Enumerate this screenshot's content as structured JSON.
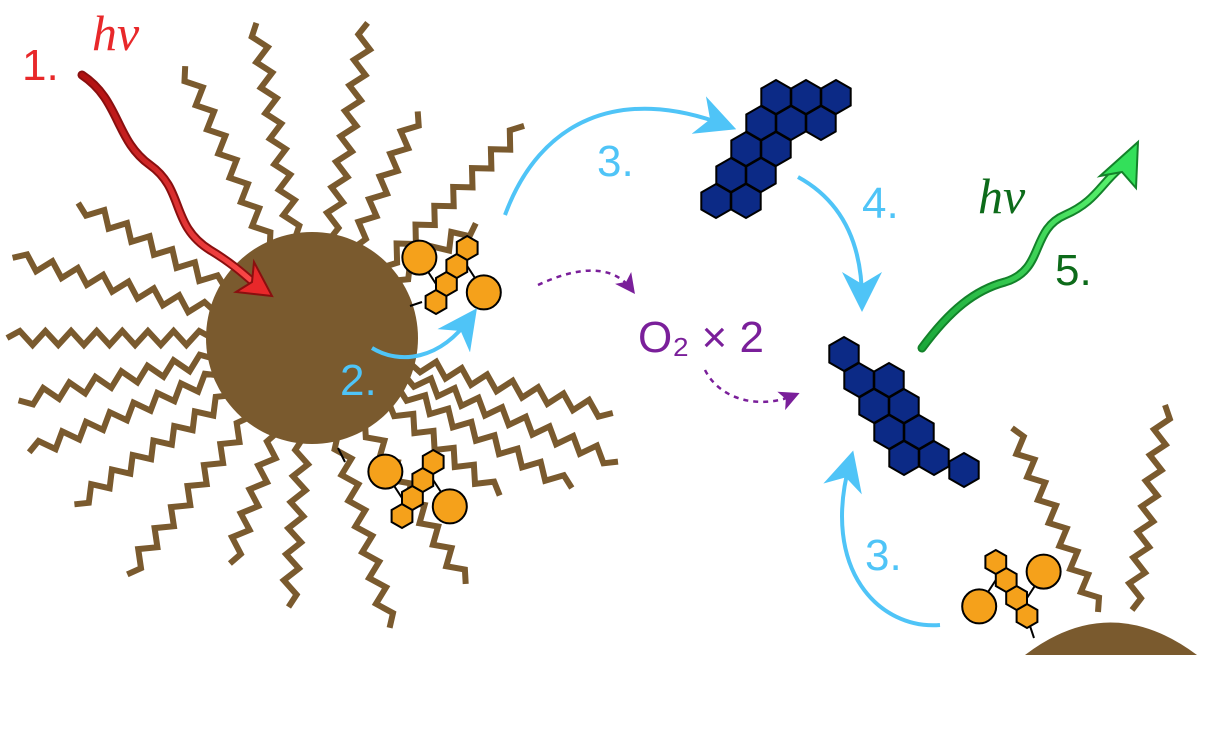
{
  "labels": {
    "step1": "1.",
    "hv_in": "hν",
    "step2": "2.",
    "step3_top": "3.",
    "step3_bottom": "3.",
    "step4": "4.",
    "step5": "5.",
    "hv_out": "hν",
    "o2": "O₂ × 2"
  },
  "colors": {
    "ligand": "#7a5a2e",
    "particle": "#7a5a2e",
    "sensitizer_ring": "#f5a11b",
    "emitter_ring": "#0c2a86",
    "absorbed_light": "#e8282a",
    "emitted_light": "#33e05a",
    "energy_transfer": "#4fc4f7",
    "oxygen": "#7a1f9a",
    "label_green": "#0d6b1a"
  },
  "icons": {
    "nanoparticle": "nanoparticle-icon",
    "sensitizer": "sensitizer-molecule-icon",
    "emitter": "emitter-molecule-icon"
  }
}
